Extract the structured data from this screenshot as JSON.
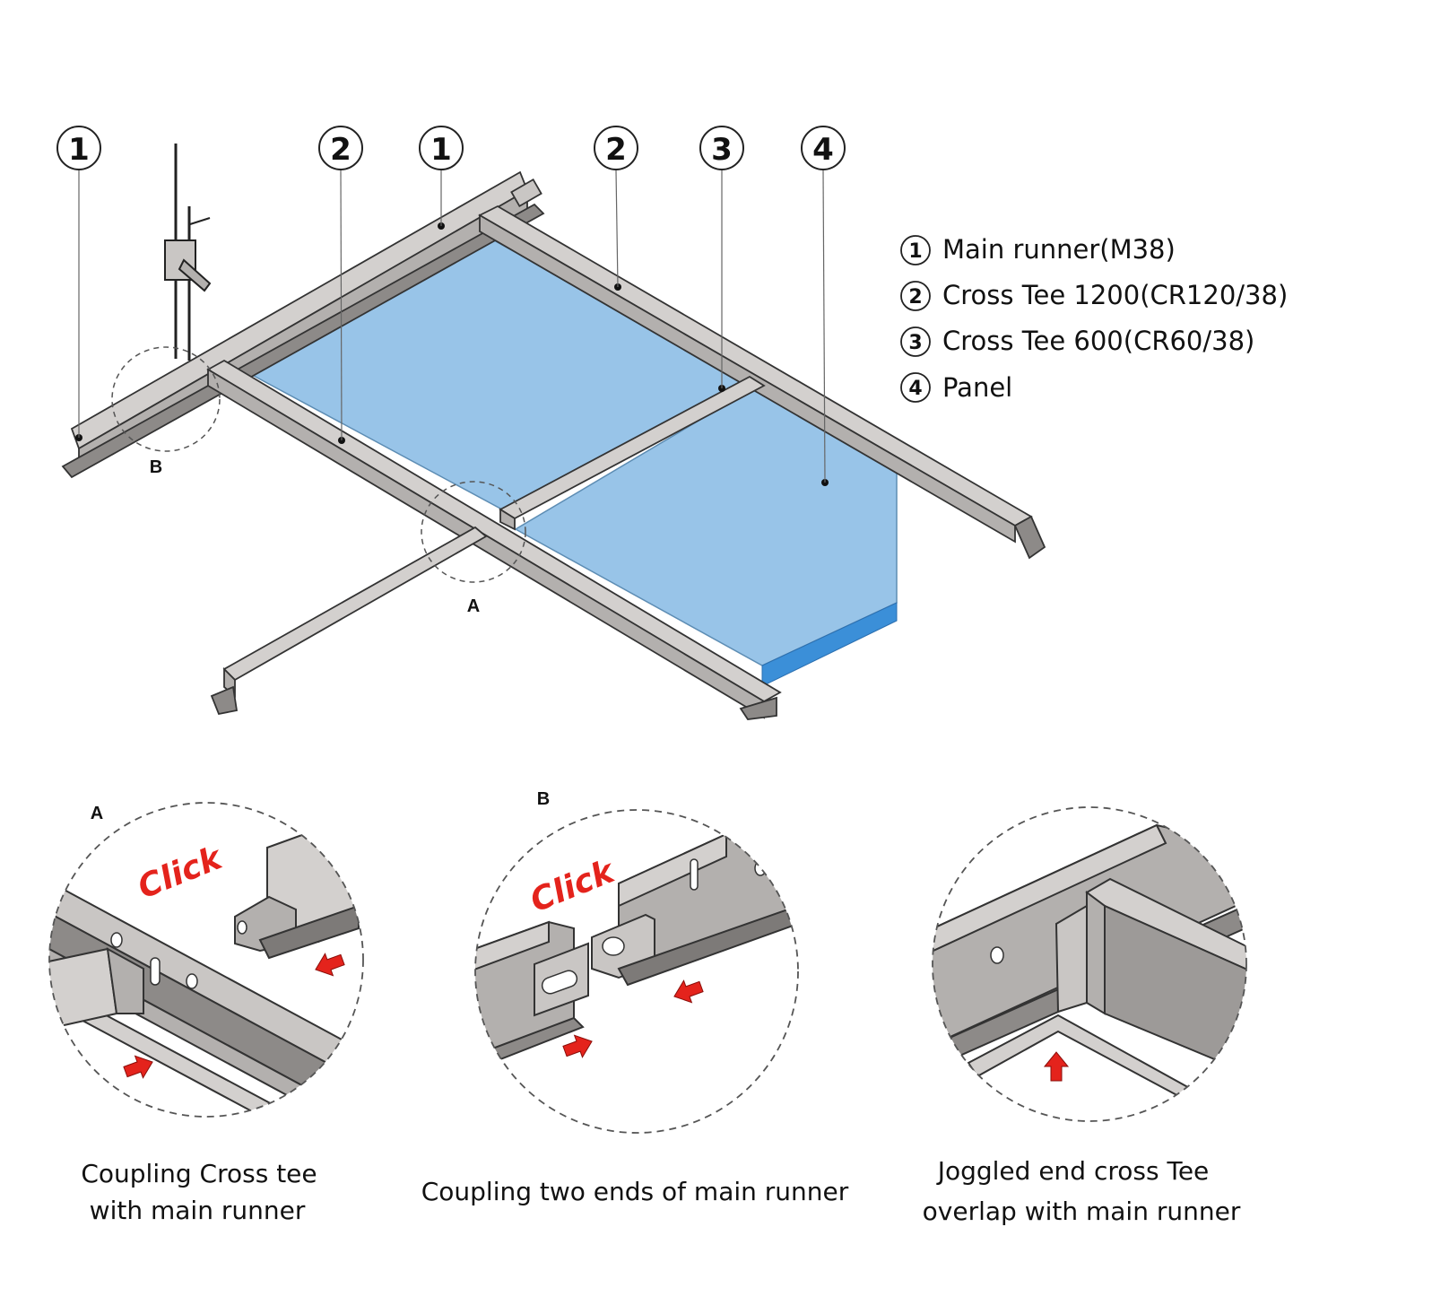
{
  "callouts": [
    {
      "num": "1"
    },
    {
      "num": "2"
    },
    {
      "num": "1"
    },
    {
      "num": "2"
    },
    {
      "num": "3"
    },
    {
      "num": "4"
    }
  ],
  "detail_letters": {
    "a": "A",
    "b": "B"
  },
  "legend": [
    {
      "num": "1",
      "label": "Main runner(M38)"
    },
    {
      "num": "2",
      "label": "Cross Tee 1200(CR120/38)"
    },
    {
      "num": "3",
      "label": "Cross Tee 600(CR60/38)"
    },
    {
      "num": "4",
      "label": "Panel"
    }
  ],
  "details": [
    {
      "letter": "A",
      "click": "Click",
      "caption_line1": "Coupling Cross tee",
      "caption_line2": "with main runner"
    },
    {
      "letter": "B",
      "click": "Click",
      "caption_line1": "Coupling two ends of main runner",
      "caption_line2": ""
    },
    {
      "letter": "",
      "click": "",
      "caption_line1": "Joggled end cross Tee",
      "caption_line2": "overlap with main runner"
    }
  ],
  "colors": {
    "panel": "#98c4e8",
    "panel_edge": "#3b8fd8",
    "metal_light": "#d3d0ce",
    "metal_mid": "#b3b0ae",
    "metal_dark": "#7d7a78",
    "outline": "#333333",
    "arrow": "#e4231c"
  }
}
